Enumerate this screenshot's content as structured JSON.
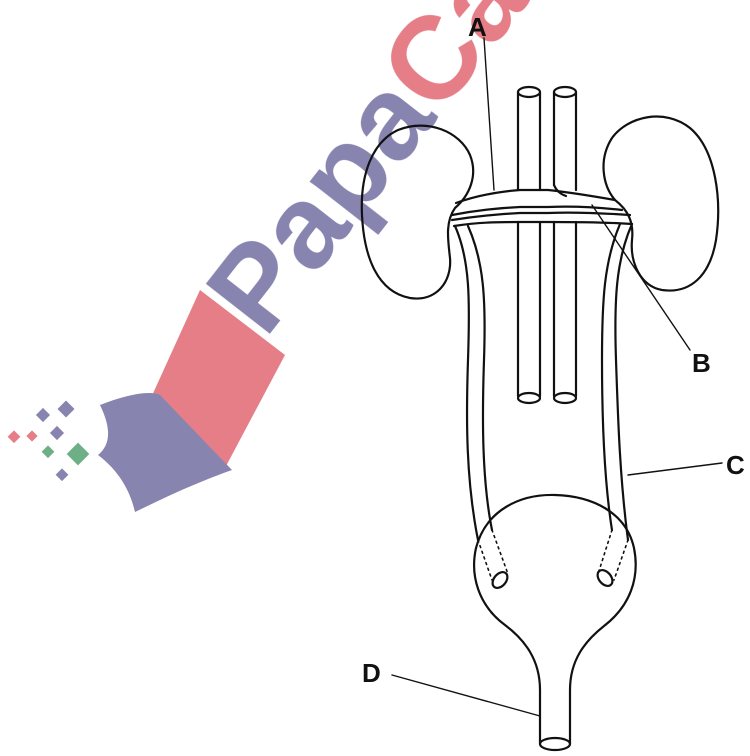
{
  "labels": {
    "a": "A",
    "b": "B",
    "c": "C",
    "d": "D"
  },
  "watermark": {
    "text_part1": "Papa",
    "text_part2": "Cam",
    "color_blue": "#7b76a8",
    "color_red": "#e4707a",
    "color_green": "#5ea878"
  }
}
